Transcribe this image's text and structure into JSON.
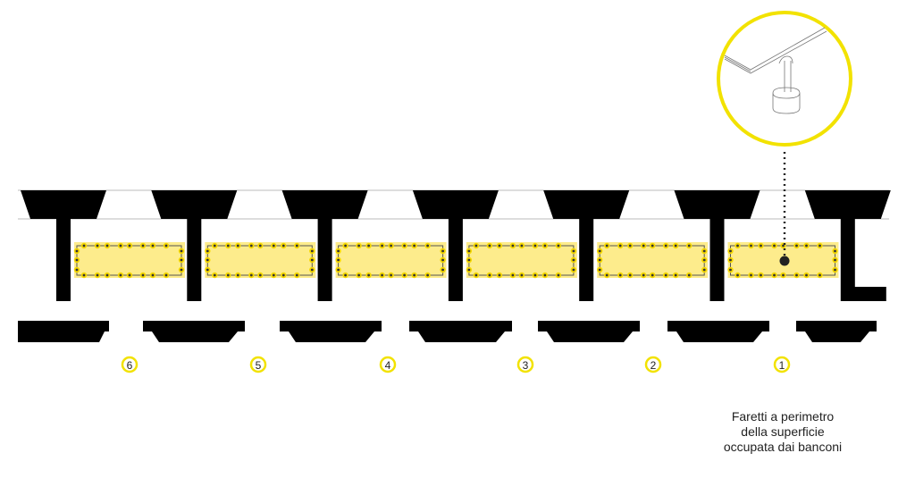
{
  "colors": {
    "structure": "#000000",
    "highlight": "#fdec8c",
    "light": "#f5d800",
    "ring": "#f2e200",
    "line": "#bbbbbb"
  },
  "bays": [
    {
      "label": "6"
    },
    {
      "label": "5"
    },
    {
      "label": "4"
    },
    {
      "label": "3"
    },
    {
      "label": "2"
    },
    {
      "label": "1"
    }
  ],
  "detail": {
    "icon": "spotlight-on-pole-icon"
  },
  "caption": {
    "lines": [
      "Faretti a perimetro",
      "della superficie",
      "occupata dai banconi"
    ]
  }
}
